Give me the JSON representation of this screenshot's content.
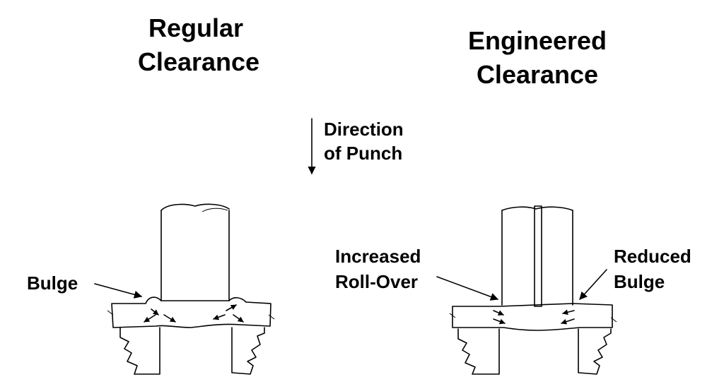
{
  "left_title": [
    "Regular",
    "Clearance"
  ],
  "right_title": [
    "Engineered",
    "Clearance"
  ],
  "direction_label": [
    "Direction",
    "of Punch"
  ],
  "left_callout": "Bulge",
  "right_callout_left": [
    "Increased",
    "Roll-Over"
  ],
  "right_callout_right": [
    "Reduced",
    "Bulge"
  ]
}
